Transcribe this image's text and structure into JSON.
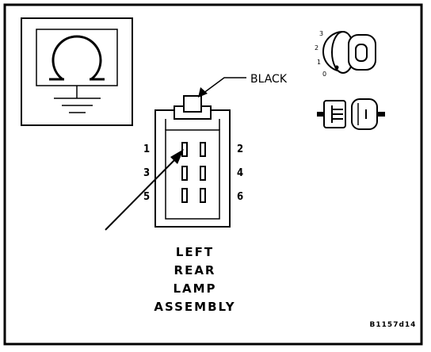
{
  "wire_color_label": "BLACK",
  "pins": {
    "p1": "1",
    "p2": "2",
    "p3": "3",
    "p4": "4",
    "p5": "5",
    "p6": "6"
  },
  "component_title": [
    "LEFT",
    "REAR",
    "LAMP",
    "ASSEMBLY"
  ],
  "ignition_positions": [
    "3",
    "2",
    "1",
    "0"
  ],
  "figure_code": "B1157d14",
  "icons": {
    "meter": "ohmmeter-icon",
    "key": "ignition-key-icon",
    "connector": "disconnected-connector-icon"
  }
}
